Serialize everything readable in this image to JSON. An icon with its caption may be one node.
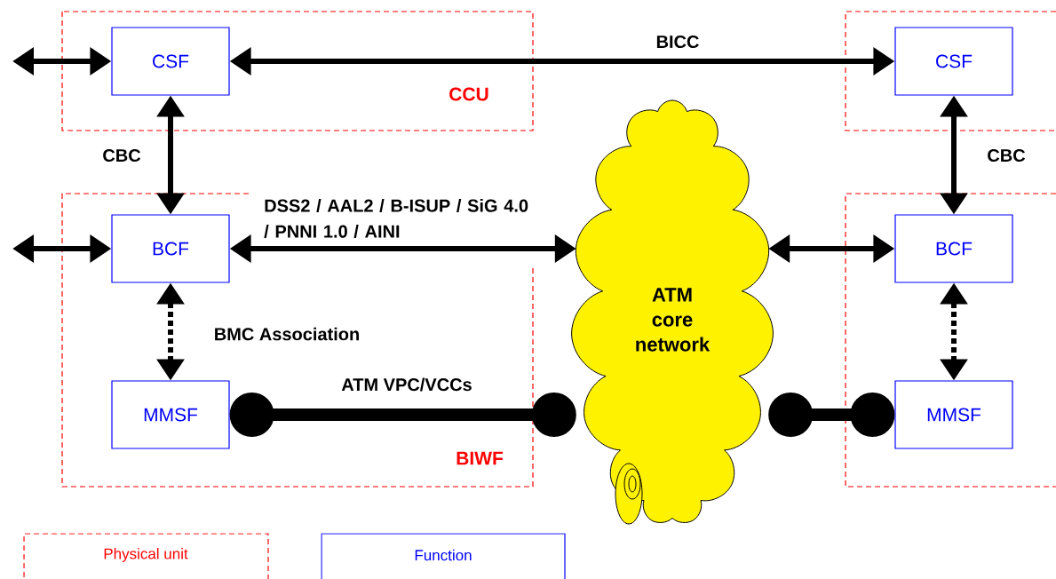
{
  "diagram": {
    "nodes": [
      {
        "text": [
          "CCU"
        ]
      },
      {
        "text": [
          "CSF"
        ],
        "in": 0
      },
      {
        "text": [
          "BIWF"
        ]
      },
      {
        "text": [
          "BCF"
        ],
        "in": 2
      },
      {
        "text": [
          "MMSF"
        ],
        "in": 2
      },
      {
        "text": [],
        "shape": "box"
      },
      {
        "text": [
          "CSF"
        ],
        "in": 5
      },
      {
        "text": [],
        "shape": "box"
      },
      {
        "text": [
          "BCF"
        ],
        "in": 7
      },
      {
        "text": [
          "MMSF"
        ],
        "in": 7
      },
      {
        "text": [
          "ATM core network"
        ]
      }
    ],
    "edges": [
      {
        "from": null,
        "to": 1,
        "arrow": "both"
      },
      {
        "from": 1,
        "to": 6,
        "arrow": "both",
        "label": "BICC"
      },
      {
        "from": 1,
        "to": 3,
        "arrow": "both",
        "label": "CBC"
      },
      {
        "from": null,
        "to": 3,
        "arrow": "both"
      },
      {
        "from": 3,
        "to": 10,
        "arrow": "both",
        "label": "DSS2 / AAL2 / B-ISUP / SiG 4.0 / PNNI 1.0 / AINI"
      },
      {
        "from": 3,
        "to": 4,
        "arrow": "both",
        "style": "dashed",
        "label": "BMC Association"
      },
      {
        "from": 4,
        "to": 10,
        "arrow": "other",
        "style": "thick",
        "label": "ATM VPC/VCCs"
      },
      {
        "from": 6,
        "to": 8,
        "arrow": "both",
        "label": "CBC"
      },
      {
        "from": 10,
        "to": 8,
        "arrow": "both"
      },
      {
        "from": 8,
        "to": 9,
        "arrow": "both",
        "style": "dashed"
      },
      {
        "from": 10,
        "to": 9,
        "arrow": "other",
        "style": "thick"
      }
    ],
    "legend": [
      {
        "text": "Physical unit"
      },
      {
        "text": "Function"
      }
    ]
  }
}
